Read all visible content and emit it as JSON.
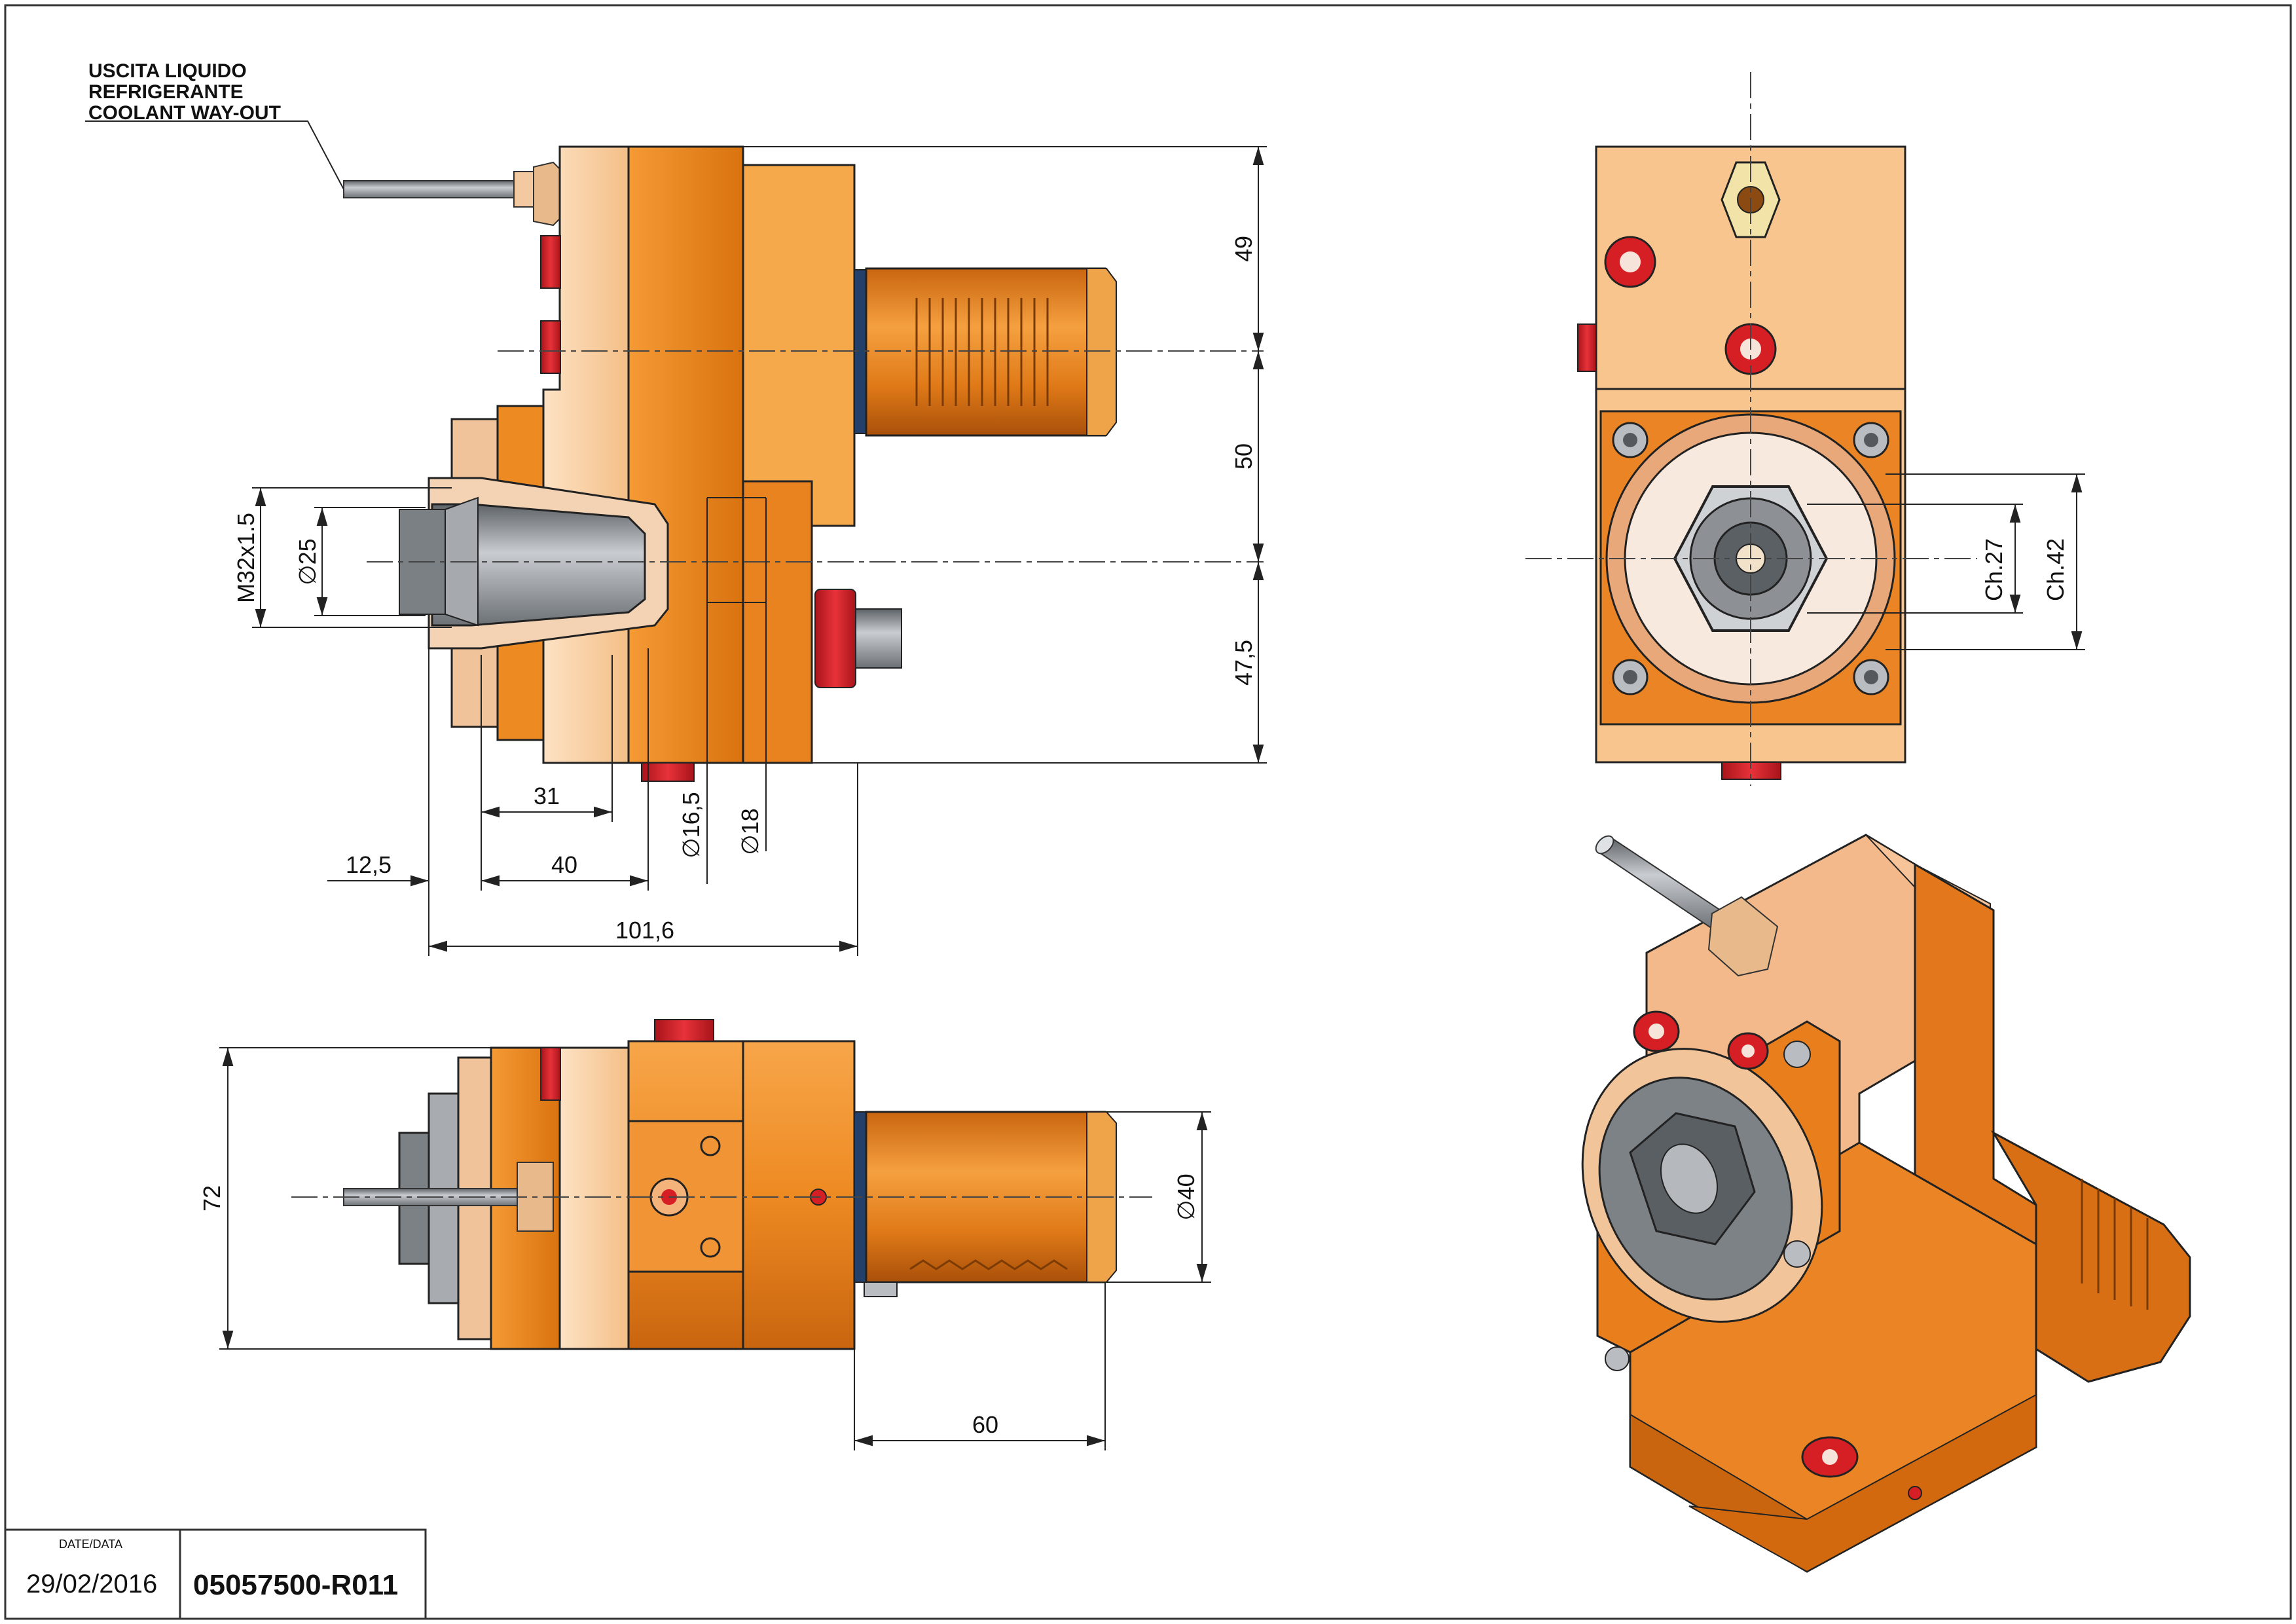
{
  "note": {
    "lines": [
      "USCITA LIQUIDO",
      "REFRIGERANTE",
      "COOLANT WAY-OUT"
    ]
  },
  "dims_front": {
    "h1": "49",
    "h2": "50",
    "h3": "47,5",
    "thread": "M32x1.5",
    "d25": "∅25",
    "d165": "∅16,5",
    "d18": "∅18",
    "w31": "31",
    "w125": "12,5",
    "w40": "40",
    "w1016": "101,6"
  },
  "dims_end": {
    "ch27": "Ch.27",
    "ch42": "Ch.42"
  },
  "dims_top": {
    "h72": "72",
    "d40": "∅40",
    "w60": "60"
  },
  "title_block": {
    "date_label": "DATE/DATA",
    "date": "29/02/2016",
    "code": "05057500-R011"
  },
  "colors": {
    "orange": "#ee8a22",
    "orange_dark": "#c9650f",
    "orange_light": "#f7b054",
    "peach": "#fbd3a8",
    "red": "#d61f24",
    "steel": "#8f9397",
    "line": "#222222"
  }
}
